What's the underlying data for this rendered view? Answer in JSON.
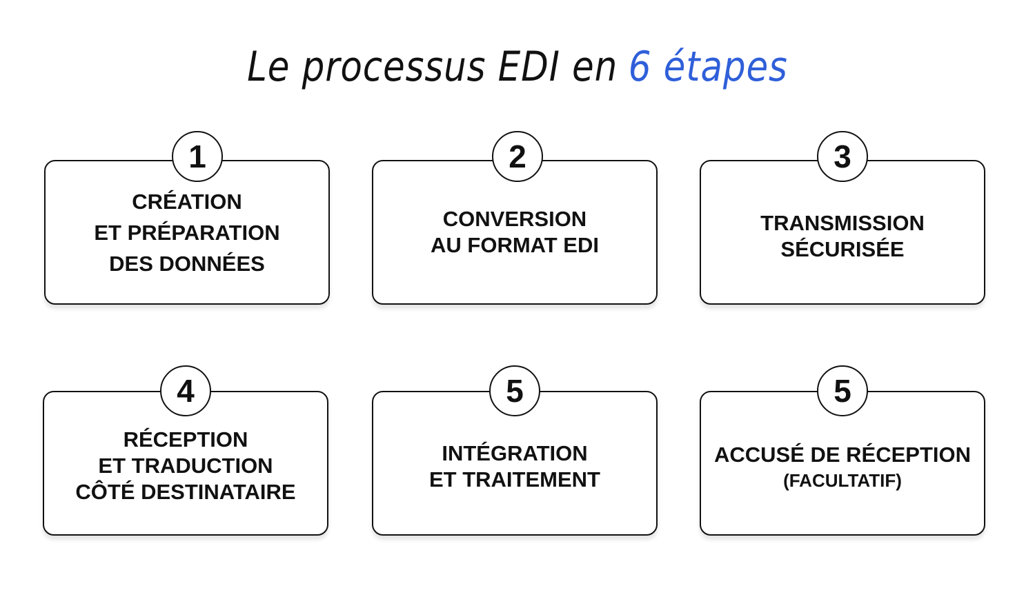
{
  "title": {
    "text_main": "Le processus EDI en",
    "text_accent": "6 étapes"
  },
  "colors": {
    "accent": "#2f5fd9",
    "border": "#111111",
    "text": "#111111"
  },
  "steps": [
    {
      "badge": "1",
      "lines": [
        "CRÉATION",
        "ET PRÉPARATION",
        "DES DONNÉES"
      ]
    },
    {
      "badge": "2",
      "lines": [
        "CONVERSION",
        "AU FORMAT EDI"
      ]
    },
    {
      "badge": "3",
      "lines": [
        "TRANSMISSION",
        "SÉCURISÉE"
      ]
    },
    {
      "badge": "4",
      "lines": [
        "RÉCEPTION",
        "ET TRADUCTION",
        "CÔTÉ DESTINATAIRE"
      ]
    },
    {
      "badge": "5",
      "lines": [
        "INTÉGRATION",
        "ET TRAITEMENT"
      ]
    },
    {
      "badge": "5",
      "lines": [
        "ACCUSÉ DE RÉCEPTION",
        "(FACULTATIF)"
      ]
    }
  ]
}
